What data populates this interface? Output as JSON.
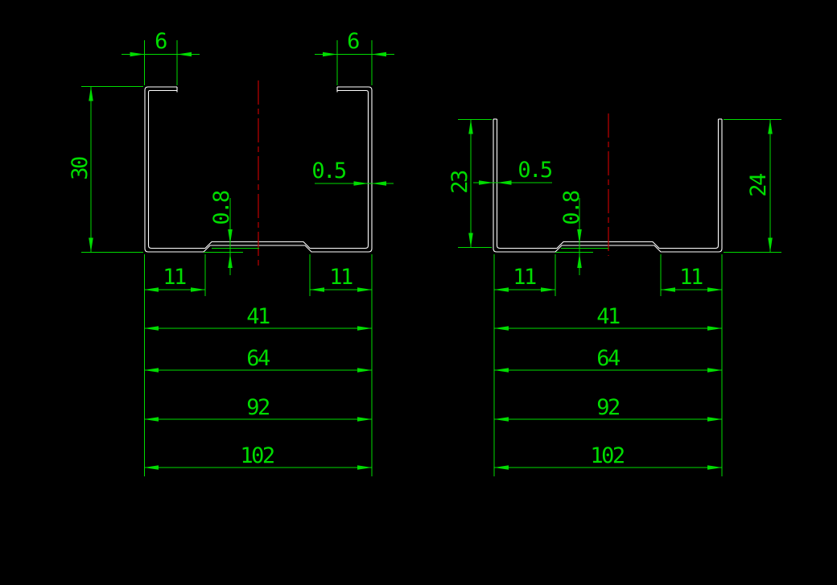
{
  "drawing": {
    "colors": {
      "background": "#000000",
      "profile": "#ffffff",
      "dimension": "#00dc00",
      "centerline": "#c00000"
    },
    "left_profile": {
      "description": "lipped C-channel cross-section",
      "labels": {
        "lip_left": "6",
        "lip_right": "6",
        "height": "30",
        "wall_thickness": "0.5",
        "bottom_step": "0.8",
        "foot_left": "11",
        "foot_right": "11",
        "width_inner": "41",
        "width_mid": "64",
        "width_outer": "92",
        "width_overall": "102"
      }
    },
    "right_profile": {
      "description": "open U-channel cross-section",
      "labels": {
        "height_left": "23",
        "height_right": "24",
        "wall_thickness": "0.5",
        "bottom_step": "0.8",
        "foot_left": "11",
        "foot_right": "11",
        "width_inner": "41",
        "width_mid": "64",
        "width_outer": "92",
        "width_overall": "102"
      }
    }
  }
}
